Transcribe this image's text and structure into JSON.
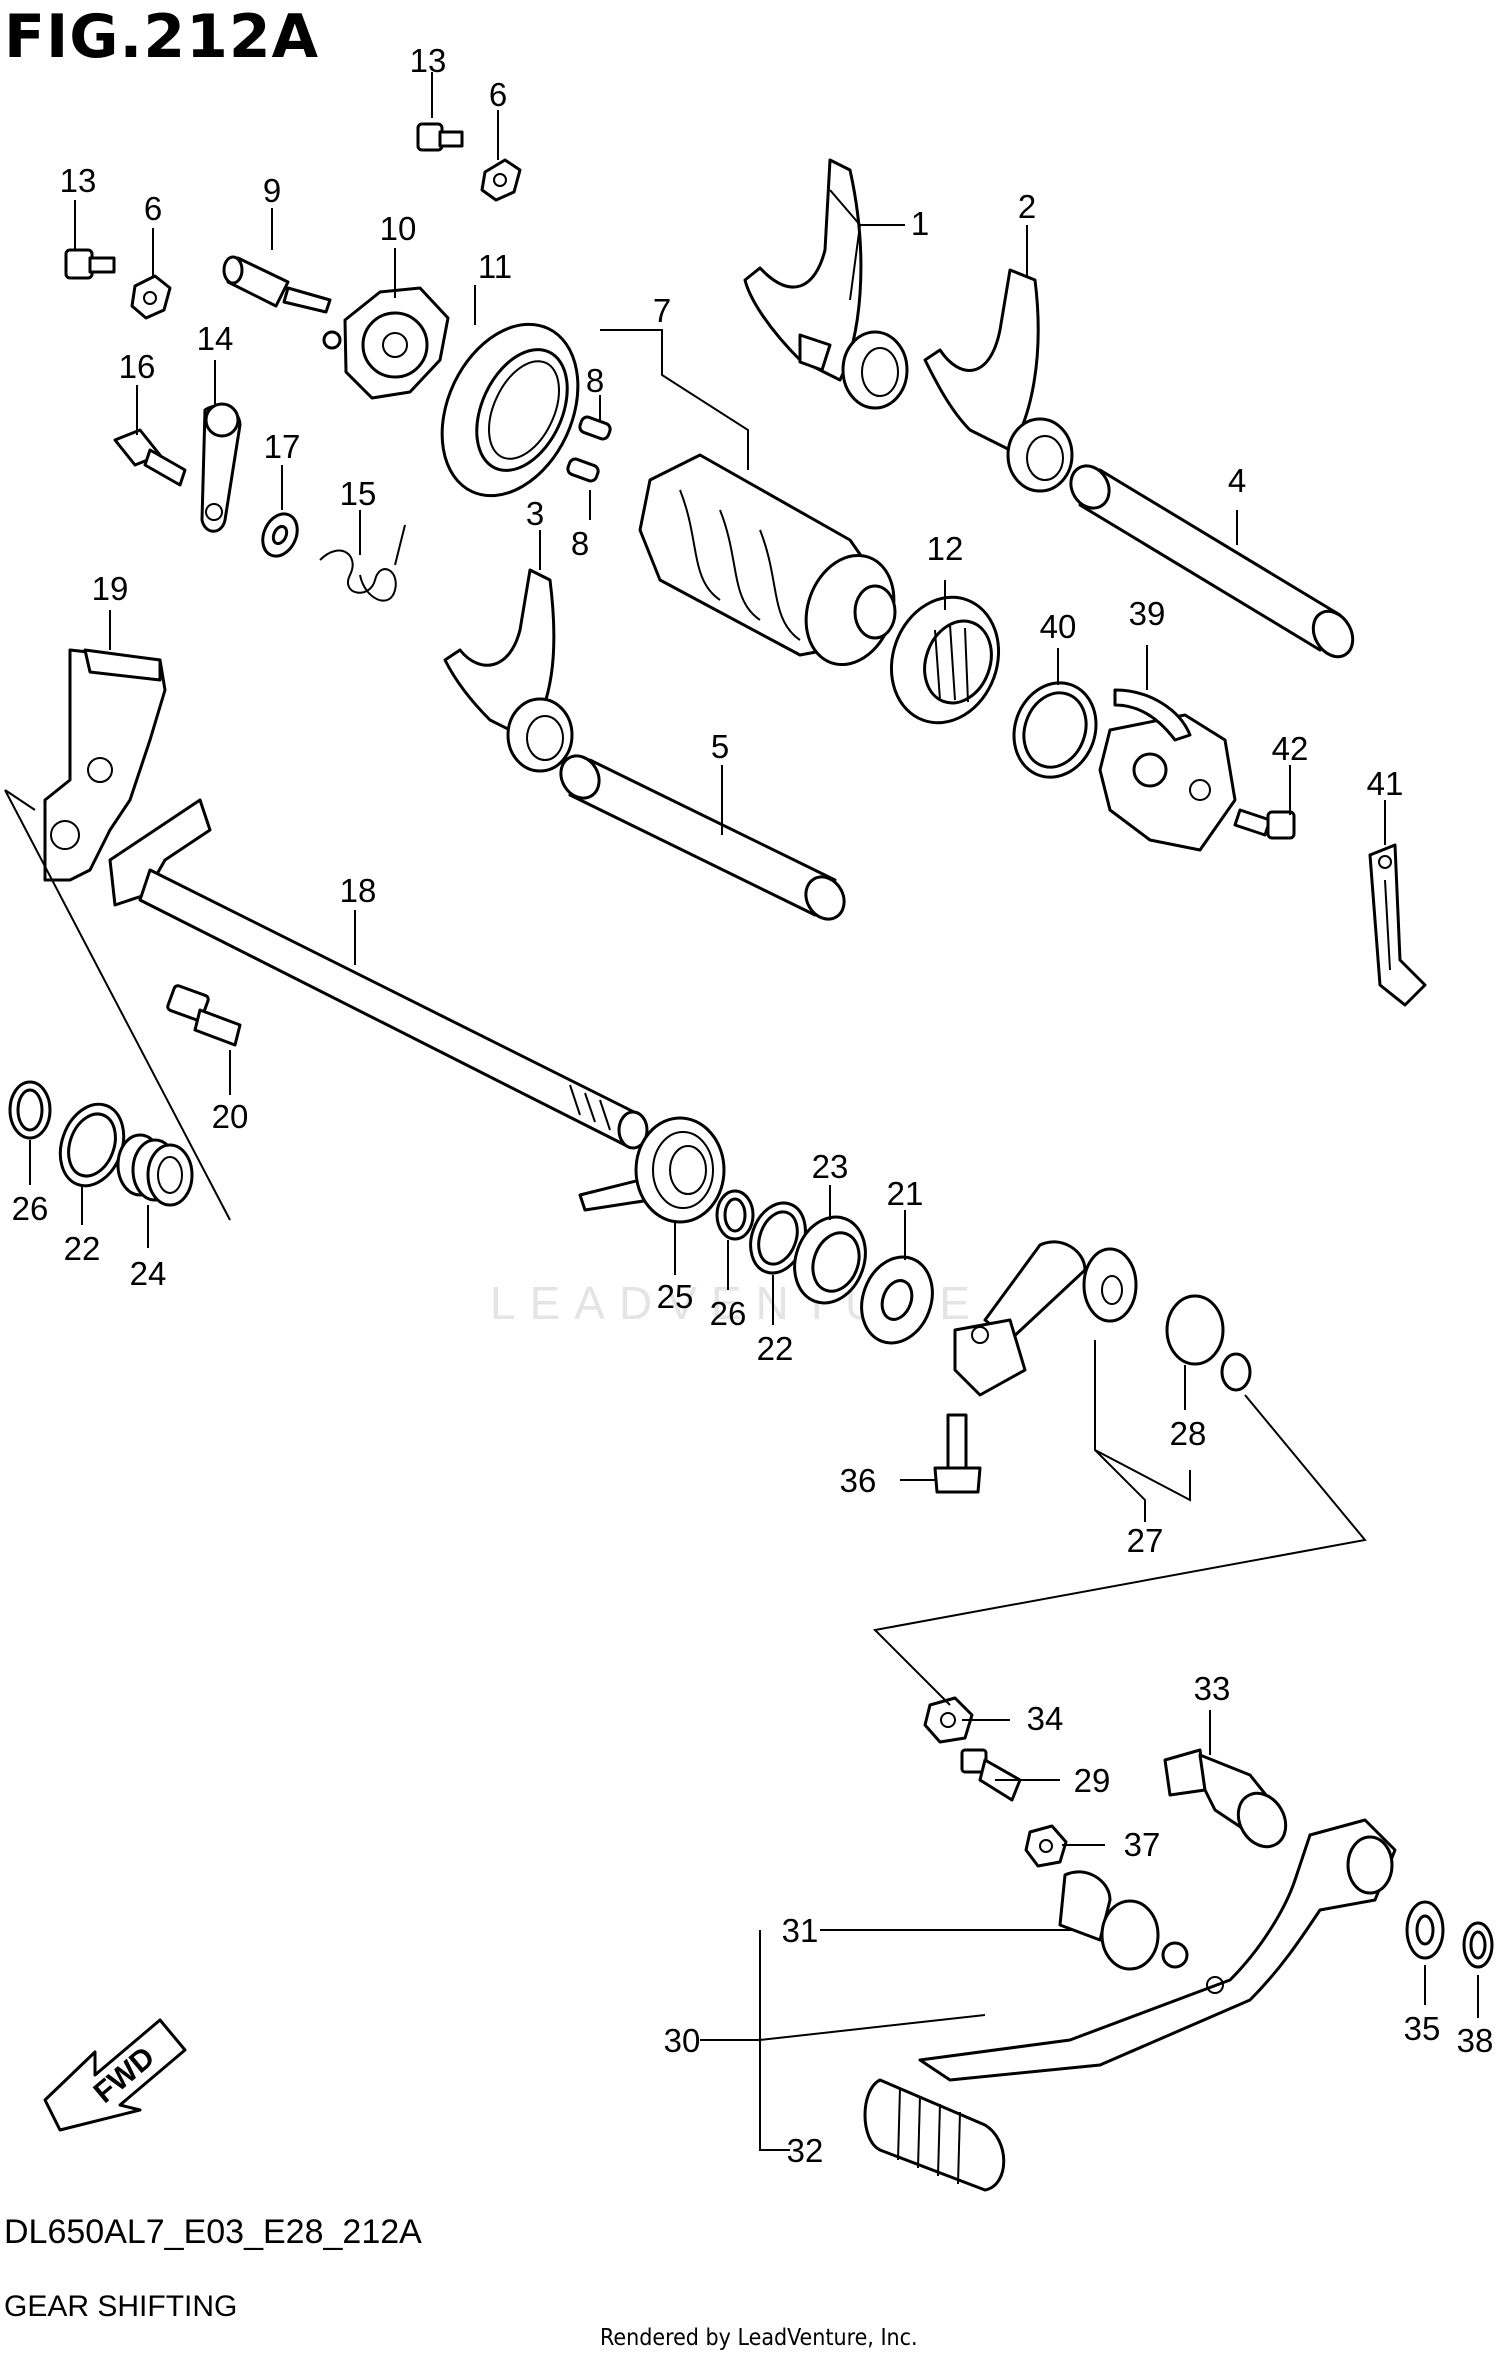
{
  "figure": {
    "title": "FIG.212A",
    "code": "DL650AL7_E03_E28_212A",
    "name": "GEAR SHIFTING",
    "credit": "Rendered by LeadVenture, Inc.",
    "watermark": "LEADVENTURE",
    "direction_label": "FWD"
  },
  "callouts": [
    "13",
    "6",
    "13",
    "6",
    "9",
    "10",
    "11",
    "7",
    "8",
    "8",
    "1",
    "2",
    "3",
    "4",
    "12",
    "40",
    "39",
    "42",
    "41",
    "5",
    "14",
    "16",
    "17",
    "15",
    "19",
    "18",
    "20",
    "26",
    "22",
    "24",
    "23",
    "21",
    "25",
    "26",
    "22",
    "28",
    "27",
    "36",
    "34",
    "33",
    "29",
    "37",
    "31",
    "30",
    "32",
    "35",
    "38"
  ]
}
